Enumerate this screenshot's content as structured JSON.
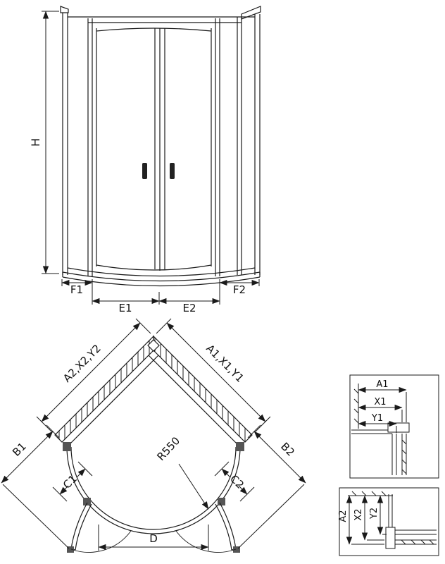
{
  "drawing": {
    "background": "#ffffff",
    "line_color": "#1a1a1a",
    "elevation": {
      "height": "H",
      "f1": "F1",
      "e1": "E1",
      "e2": "E2",
      "f2": "F2"
    },
    "plan": {
      "wall_left": "A2,X2,Y2",
      "wall_right": "A1,X1,Y1",
      "side_left": "B1",
      "side_right": "B2",
      "door_left": "C1",
      "door_right": "C2",
      "radius": "R550",
      "entry": "D"
    },
    "detail_top": {
      "a1": "A1",
      "x1": "X1",
      "y1": "Y1"
    },
    "detail_bottom": {
      "a2": "A2",
      "x2": "X2",
      "y2": "Y2"
    }
  }
}
